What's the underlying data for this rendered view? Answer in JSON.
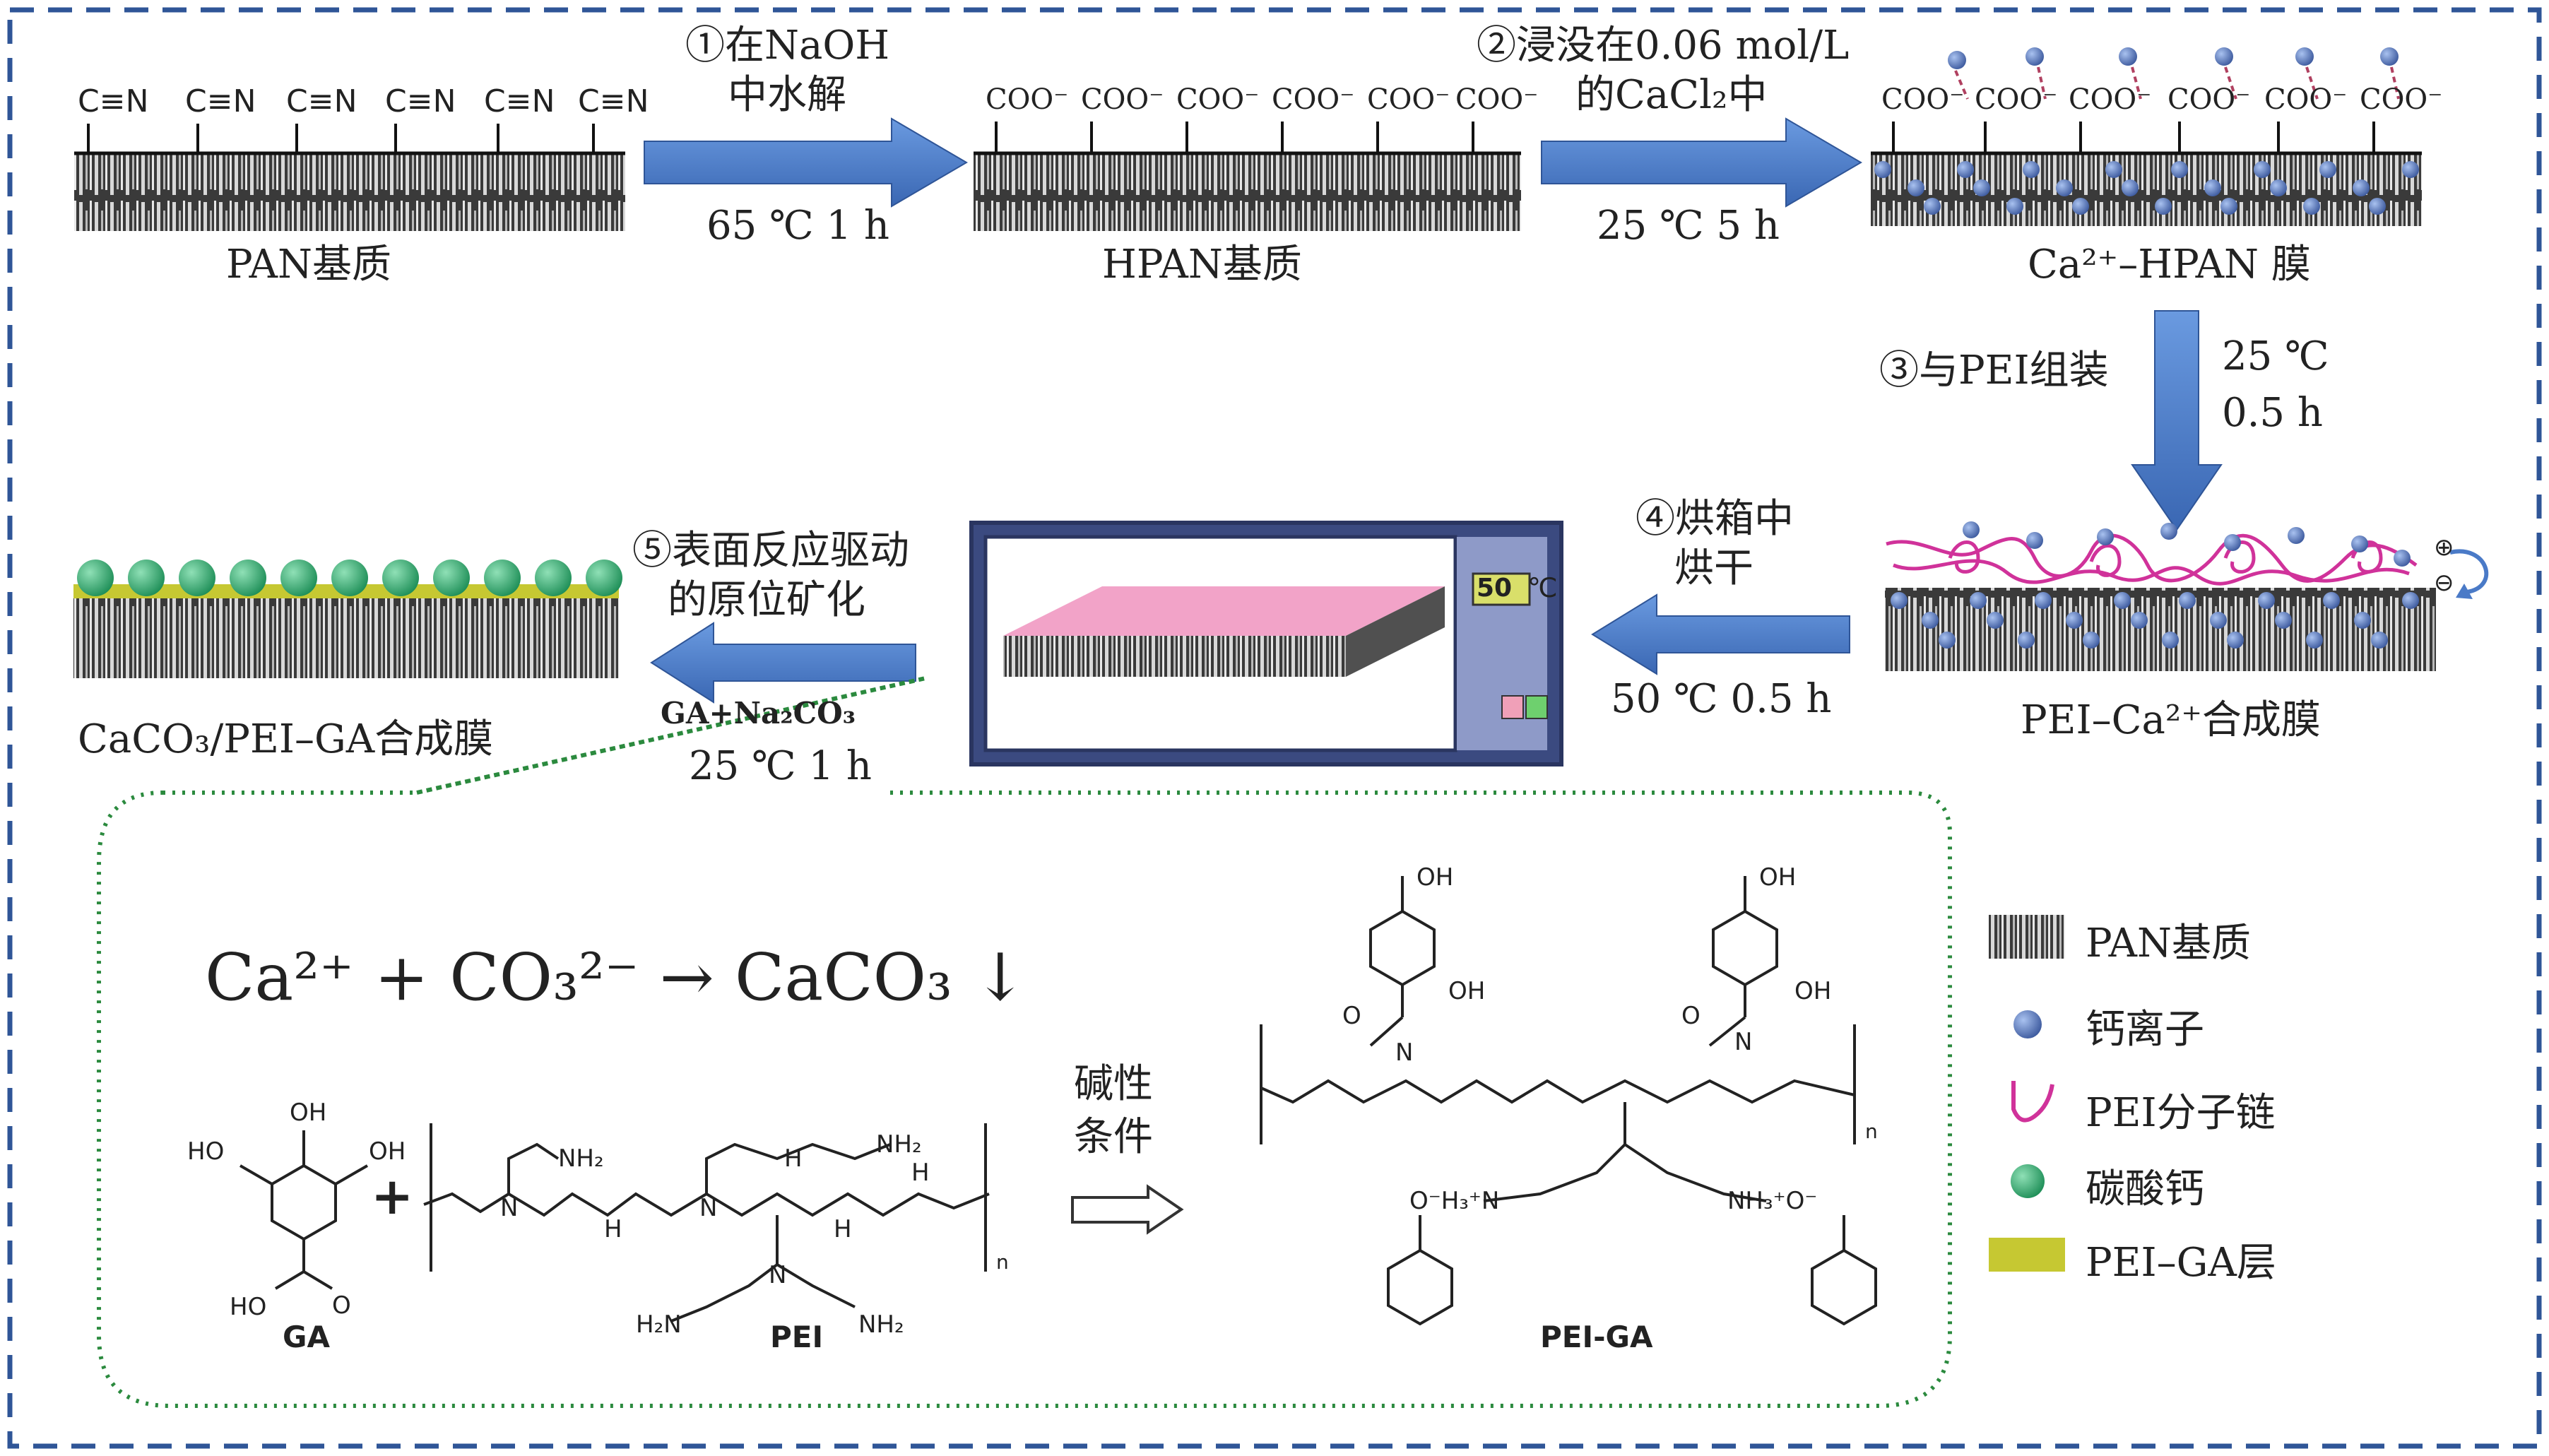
{
  "colors": {
    "frame_dash": "#2f5597",
    "arrow": "#4a7ac7",
    "calcium": "#4f6fb0",
    "pei_chain": "#d0329a",
    "calcium_carbonate": "#2fa86e",
    "pei_ga_layer": "#c6c832",
    "mineral_box": "#2b8a3e",
    "oven_body": "#3b4a80",
    "membrane_pink": "#f2a3c8"
  },
  "top_row": {
    "cn_group": "C≡N",
    "coo_group": "COO⁻",
    "pan_label": "PAN基质",
    "hpan_label": "HPAN基质",
    "ca_hpan_label": "Ca²⁺–HPAN 膜"
  },
  "steps": {
    "s1_line1": "①在NaOH",
    "s1_line2": "中水解",
    "s1_cond": "65 ℃ 1 h",
    "s2_line1": "②浸没在0.06 mol/L",
    "s2_line2": "的CaCl₂中",
    "s2_cond": "25 ℃ 5 h",
    "s3_label": "③与PEI组装",
    "s3_cond1": "25 ℃",
    "s3_cond2": "0.5 h",
    "s4_line1": "④烘箱中",
    "s4_line2": "烘干",
    "s4_cond": "50 ℃ 0.5 h",
    "s5_line1": "⑤表面反应驱动",
    "s5_line2": "的原位矿化",
    "s5_reagent": "GA+Na₂CO₃",
    "s5_cond": "25 ℃ 1 h"
  },
  "middle_row": {
    "pei_ca_label": "PEI–Ca²⁺合成膜",
    "final_label": "CaCO₃/PEI–GA合成膜",
    "oven_temp": "50",
    "oven_unit": "℃",
    "charge_plus": "⊕",
    "charge_minus": "⊖"
  },
  "reaction": {
    "equation": "Ca²⁺ + CO₃²⁻ → CaCO₃ ↓",
    "condition_line1": "碱性",
    "condition_line2": "条件",
    "plus": "+",
    "ga_name": "GA",
    "pei_name": "PEI",
    "pei_ga_name": "PEI-GA",
    "oh": "OH",
    "ho": "HO",
    "nh2": "NH₂",
    "h2n": "H₂N",
    "nh": "H",
    "n": "N",
    "o": "O",
    "n_sub": "n",
    "carboxylate_left": "O⁻H₃⁺N",
    "carboxylate_right": "NH₃⁺O⁻"
  },
  "legend": [
    {
      "label": "PAN基质",
      "icon": "pan-substrate-swatch"
    },
    {
      "label": "钙离子",
      "icon": "calcium-ion-icon"
    },
    {
      "label": "PEI分子链",
      "icon": "pei-chain-icon"
    },
    {
      "label": "碳酸钙",
      "icon": "calcium-carbonate-icon"
    },
    {
      "label": "PEI–GA层",
      "icon": "pei-ga-layer-swatch"
    }
  ]
}
